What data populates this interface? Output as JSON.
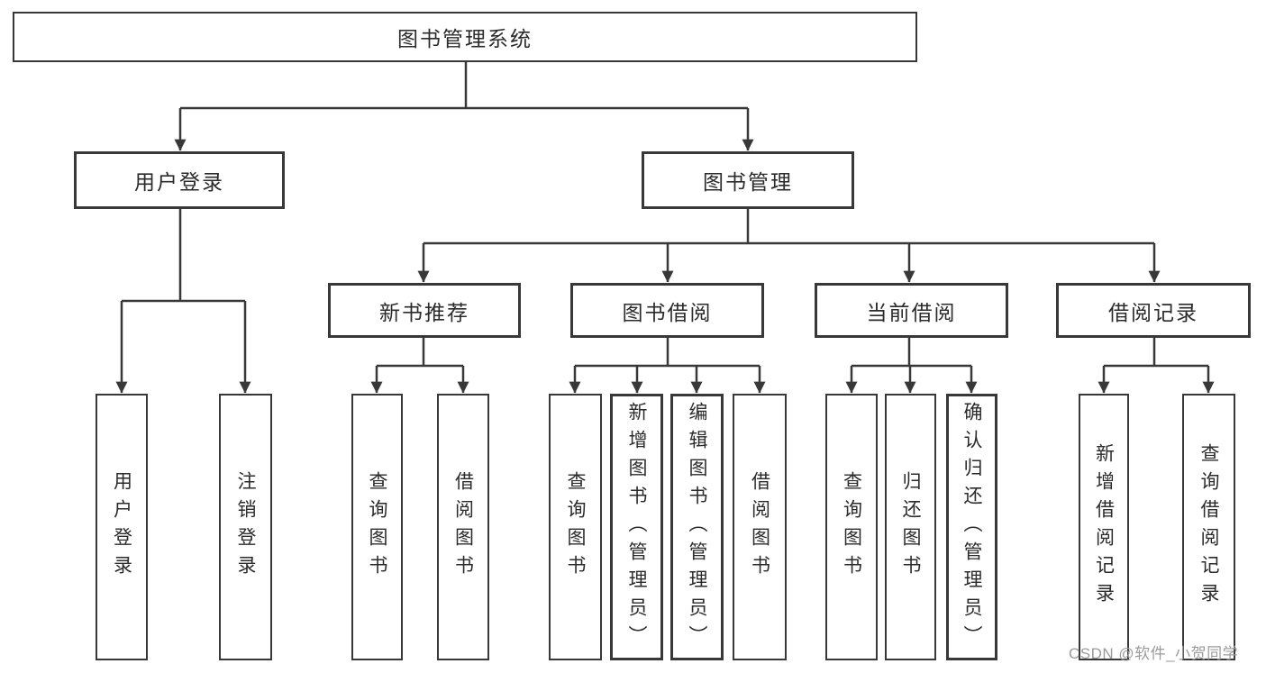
{
  "diagram": {
    "type": "tree",
    "title": "图书管理系统",
    "tree": {
      "root": {
        "label": "图书管理系统",
        "children": [
          {
            "label": "用户登录",
            "children": [
              {
                "label": "用户登录"
              },
              {
                "label": "注销登录"
              }
            ]
          },
          {
            "label": "图书管理",
            "children": [
              {
                "label": "新书推荐",
                "children": [
                  {
                    "label": "查询图书"
                  },
                  {
                    "label": "借阅图书"
                  }
                ]
              },
              {
                "label": "图书借阅",
                "children": [
                  {
                    "label": "查询图书"
                  },
                  {
                    "label": "新增图书（管理员）"
                  },
                  {
                    "label": "编辑图书（管理员）"
                  },
                  {
                    "label": "借阅图书"
                  }
                ]
              },
              {
                "label": "当前借阅",
                "children": [
                  {
                    "label": "查询图书"
                  },
                  {
                    "label": "归还图书"
                  },
                  {
                    "label": "确认归还（管理员）"
                  }
                ]
              },
              {
                "label": "借阅记录",
                "children": [
                  {
                    "label": "新增借阅记录"
                  },
                  {
                    "label": "查询借阅记录"
                  }
                ]
              }
            ]
          }
        ]
      }
    },
    "colors": {
      "line": "#383838",
      "box_border": "#383838",
      "text": "#2b2b2b",
      "background": "#ffffff",
      "watermark": "#9b9b9b"
    }
  },
  "watermark": {
    "text": "CSDN @软件_小贺同学"
  }
}
